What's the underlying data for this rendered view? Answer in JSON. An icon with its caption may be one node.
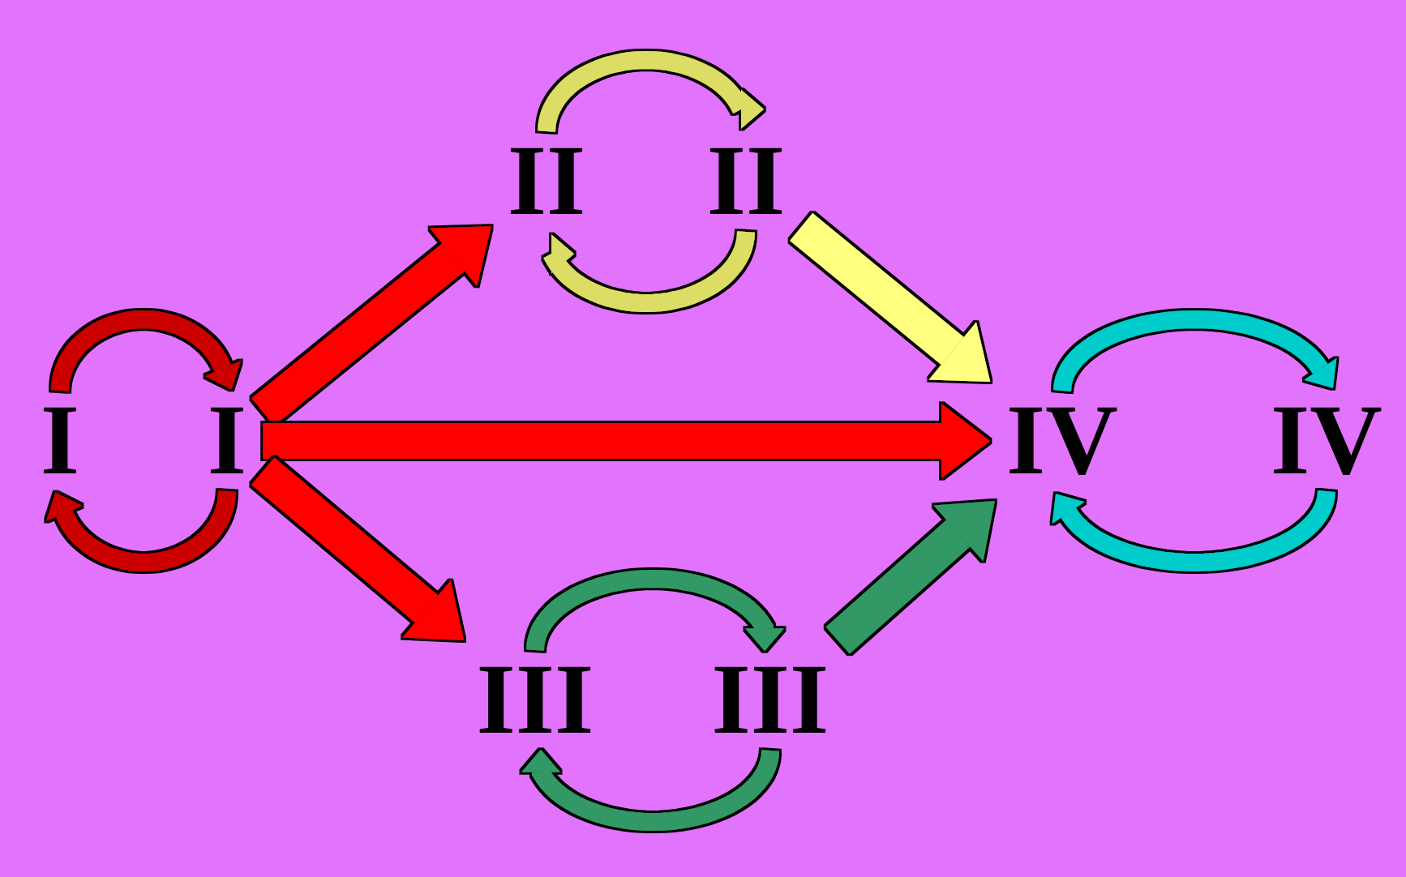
{
  "diagram": {
    "nodes": [
      {
        "text": [
          "II"
        ]
      },
      {
        "text": [
          "II"
        ]
      },
      {
        "text": [
          "I"
        ]
      },
      {
        "text": [
          "I"
        ]
      },
      {
        "text": [
          "IV"
        ]
      },
      {
        "text": [
          "IV"
        ]
      },
      {
        "text": [
          "III"
        ]
      },
      {
        "text": [
          "III"
        ]
      }
    ],
    "edges": [
      {
        "from": 2,
        "to": 3,
        "arrow": "to",
        "color": "#cc0000"
      },
      {
        "from": 3,
        "to": 2,
        "arrow": "to",
        "color": "#cc0000"
      },
      {
        "from": 0,
        "to": 1,
        "arrow": "to",
        "color": "#dddd66"
      },
      {
        "from": 1,
        "to": 0,
        "arrow": "to",
        "color": "#dddd66"
      },
      {
        "from": 6,
        "to": 7,
        "arrow": "to",
        "color": "#339966"
      },
      {
        "from": 7,
        "to": 6,
        "arrow": "to",
        "color": "#339966"
      },
      {
        "from": 4,
        "to": 5,
        "arrow": "to",
        "color": "#00cccc"
      },
      {
        "from": 5,
        "to": 4,
        "arrow": "to",
        "color": "#00cccc"
      },
      {
        "from": 3,
        "to": 0,
        "arrow": "to",
        "style": "thick",
        "color": "#ff0000"
      },
      {
        "from": 3,
        "to": 4,
        "arrow": "to",
        "style": "thick",
        "color": "#ff0000"
      },
      {
        "from": 3,
        "to": 6,
        "arrow": "to",
        "style": "thick",
        "color": "#ff0000"
      },
      {
        "from": 1,
        "to": 4,
        "arrow": "to",
        "style": "thick",
        "color": "#ffff80"
      },
      {
        "from": 7,
        "to": 4,
        "arrow": "to",
        "style": "thick",
        "color": "#339966"
      }
    ]
  }
}
